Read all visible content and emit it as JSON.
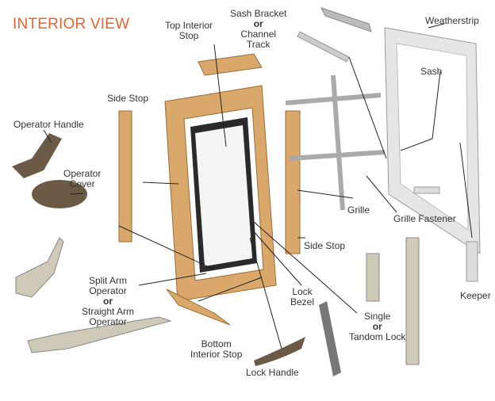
{
  "title": "INTERIOR VIEW",
  "colors": {
    "title": "#e8622c",
    "wood": "#d9a86a",
    "metal": "#c9c9c9",
    "bronze": "#6b5a45"
  },
  "labels": {
    "top_interior_stop": [
      "Top Interior",
      "Stop"
    ],
    "side_stop_left": "Side Stop",
    "operator_handle": "Operator Handle",
    "operator_cover": [
      "Operator",
      "Cover"
    ],
    "operator": [
      "Split Arm",
      "Operator",
      "or",
      "Straight Arm",
      "Operator"
    ],
    "bottom_interior_stop": [
      "Bottom",
      "Interior Stop"
    ],
    "lock_handle": "Lock Handle",
    "lock_bezel": [
      "Lock",
      "Bezel"
    ],
    "lock": [
      "Single",
      "or",
      "Tandom Lock"
    ],
    "keeper": "Keeper",
    "grille_fastener": "Grille Fastener",
    "grille": "Grille",
    "side_stop_right": "Side Stop",
    "sash": "Sash",
    "weatherstrip": "Weatherstrip",
    "sash_bracket": [
      "Sash Bracket",
      "or",
      "Channel",
      "Track"
    ]
  }
}
